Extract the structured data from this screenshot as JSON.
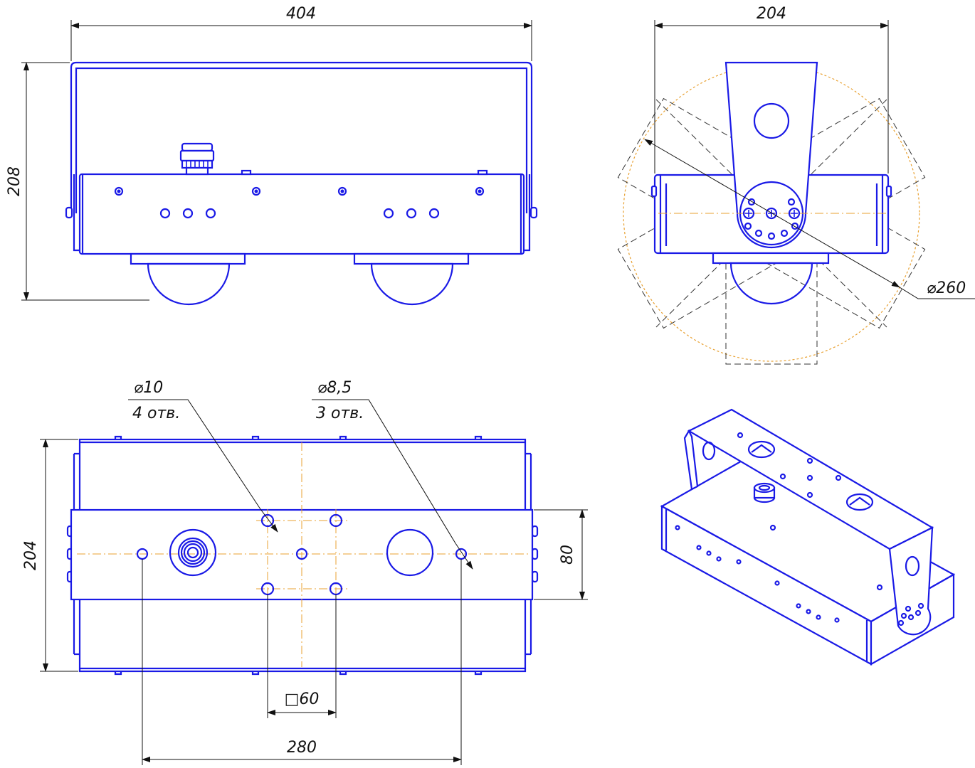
{
  "front_view": {
    "width_label": "404",
    "height_label": "208"
  },
  "side_view": {
    "width_label": "204",
    "circle_label": "⌀260"
  },
  "bottom_view": {
    "hole10_dia": "⌀10",
    "hole10_count": "4 отв.",
    "hole85_dia": "⌀8,5",
    "hole85_count": "3 отв.",
    "square_label": "□60",
    "spacing_label": "280",
    "height_label": "204",
    "plate_label": "80"
  },
  "colors": {
    "outline": "#1a1ae6",
    "axis": "#e8a030",
    "dimension": "#111111"
  }
}
